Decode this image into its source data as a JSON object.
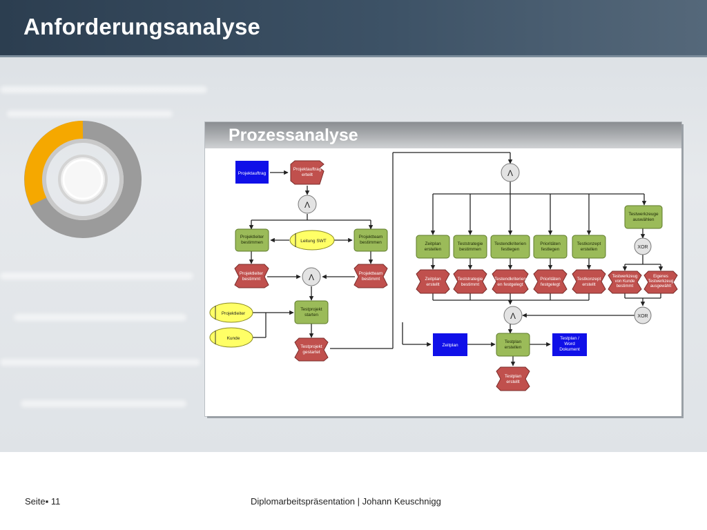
{
  "slide": {
    "title": "Anforderungsanalyse",
    "panel_title": "Prozessanalyse",
    "footer_page_label": "Seite",
    "footer_page_number": "11",
    "footer_text": "Diplomarbeitspräsentation | Johann Keuschnigg"
  },
  "colors": {
    "event": "#c0504d",
    "function": "#9bbb59",
    "info": "#1010e8",
    "role": "#ffff66",
    "connector": "#e3e3e3",
    "accent_orange": "#f5a800"
  },
  "nodes": {
    "projektauftrag": "Projektauftrag",
    "projektauftrag_erteilt": [
      "Projektauftrag",
      "erteilt"
    ],
    "and1": "Λ",
    "projektleiter_bestimmen": [
      "Projektleiter",
      "bestimmen"
    ],
    "leitung_swt": "Leitung SWT",
    "projektteam_bestimmen": [
      "Projektteam",
      "bestimmen"
    ],
    "projektleiter_bestimmt": [
      "Projektleiter",
      "bestimmt"
    ],
    "and2": "Λ",
    "projektteam_bestimmt": [
      "Projektteam",
      "bestimmt"
    ],
    "projektleiter_role": "Projektleiter",
    "kunde_role": "Kunde",
    "testprojekt_starten": [
      "Testprojekt",
      "starten"
    ],
    "testprojekt_gestartet": [
      "Testprojekt",
      "gestartet"
    ],
    "and3": "Λ",
    "zeitplan_erstellen": [
      "Zeitplan",
      "erstellen"
    ],
    "teststrategie_bestimmen": [
      "Teststrategie",
      "bestimmen"
    ],
    "testendkriterien_festlegen": [
      "Testendkriterien",
      "festlegen"
    ],
    "prioritaeten_festlegen": [
      "Prioritäten",
      "festlegen"
    ],
    "testkonzept_erstellen": [
      "Testkonzept",
      "erstellen"
    ],
    "testwerkzeuge_auswaehlen": [
      "Testwerkzeuge",
      "auswählen"
    ],
    "xor1": "XOR",
    "zeitplan_erstellt": [
      "Zeitplan",
      "erstellt"
    ],
    "teststrategie_bestimmt": [
      "Teststrategie",
      "bestimmt"
    ],
    "testendkriterien_festgelegt": [
      "Testendkriterien",
      "en festgelegt"
    ],
    "prioritaeten_festgelegt": [
      "Prioritäten",
      "festgelegt"
    ],
    "testkonzept_erstellt": [
      "Testkonzept",
      "erstellt"
    ],
    "testwerkzeug_von_kunde": [
      "Testwerkzeug",
      "von Kunde",
      "bestimmt"
    ],
    "eigenes_testwerkzeug": [
      "Eigenes",
      "Testwerkzeug",
      "ausgewählt"
    ],
    "and4": "Λ",
    "xor2": "XOR",
    "zeitplan_info": "Zeitplan",
    "testplan_erstellen": [
      "Testplan",
      "erstellen"
    ],
    "testplan_word": [
      "Testplan /",
      "Word",
      "Dokument"
    ],
    "testplan_erstellt": [
      "Testplan",
      "erstellt"
    ]
  }
}
